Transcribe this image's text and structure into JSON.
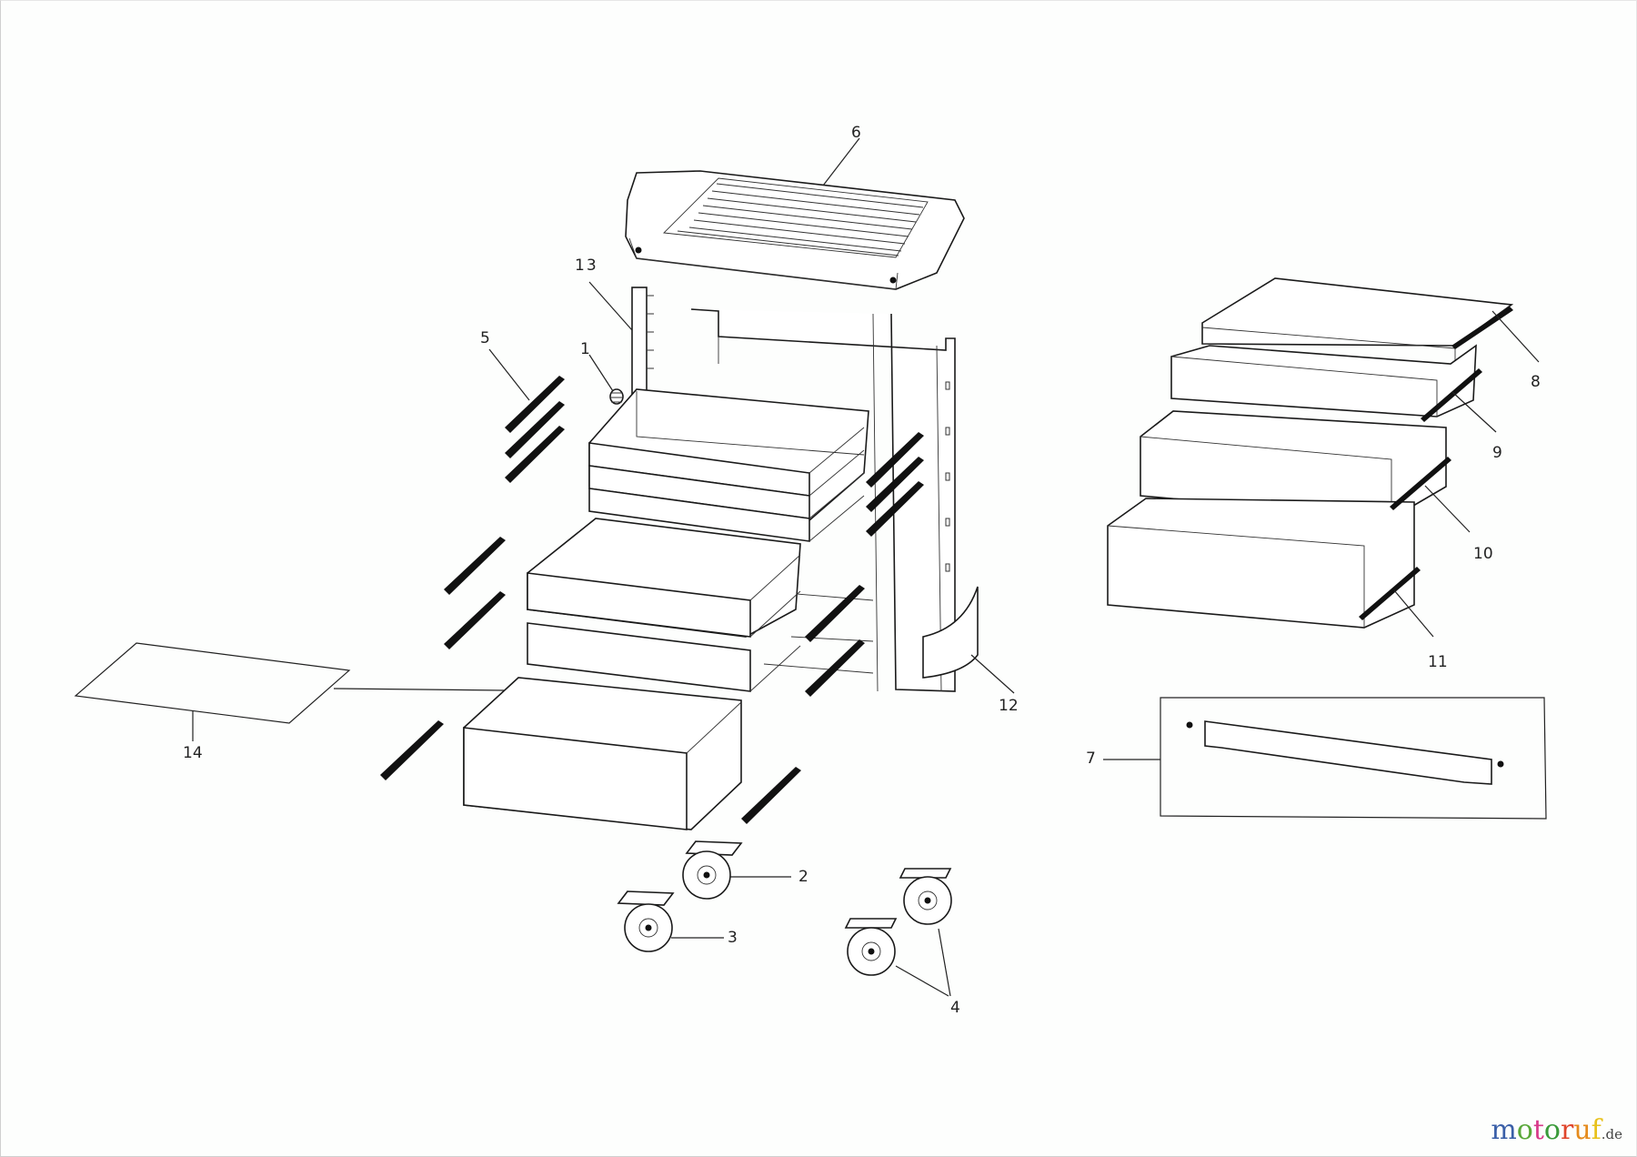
{
  "diagram": {
    "type": "exploded-parts-view",
    "subject": "tool trolley with drawers",
    "callouts": [
      {
        "id": "1",
        "label": "1",
        "part": "lock cylinder"
      },
      {
        "id": "2",
        "label": "2",
        "part": "swivel caster"
      },
      {
        "id": "3",
        "label": "3",
        "part": "swivel caster with brake"
      },
      {
        "id": "4",
        "label": "4",
        "part": "fixed casters"
      },
      {
        "id": "5",
        "label": "5",
        "part": "drawer slides (small)"
      },
      {
        "id": "6",
        "label": "6",
        "part": "top tray"
      },
      {
        "id": "7",
        "label": "7",
        "part": "drawer handle with screws"
      },
      {
        "id": "8",
        "label": "8",
        "part": "drawer 1 with slide"
      },
      {
        "id": "9",
        "label": "9",
        "part": "drawer 2 with slide"
      },
      {
        "id": "10",
        "label": "10",
        "part": "drawer 3 with slide"
      },
      {
        "id": "11",
        "label": "11",
        "part": "drawer 4 with slide"
      },
      {
        "id": "12",
        "label": "12",
        "part": "side cover panel"
      },
      {
        "id": "13",
        "label": "13",
        "part": "locking bar"
      },
      {
        "id": "14",
        "label": "14",
        "part": "drawer mat"
      }
    ]
  },
  "watermark": {
    "letters": [
      {
        "ch": "m",
        "color": "#3a5fa8"
      },
      {
        "ch": "o",
        "color": "#5aa83a"
      },
      {
        "ch": "t",
        "color": "#d8398a"
      },
      {
        "ch": "o",
        "color": "#3a9a3a"
      },
      {
        "ch": "r",
        "color": "#e0452b"
      },
      {
        "ch": "u",
        "color": "#e58b1d"
      },
      {
        "ch": "f",
        "color": "#e8c11a"
      }
    ],
    "tld": ".de"
  }
}
